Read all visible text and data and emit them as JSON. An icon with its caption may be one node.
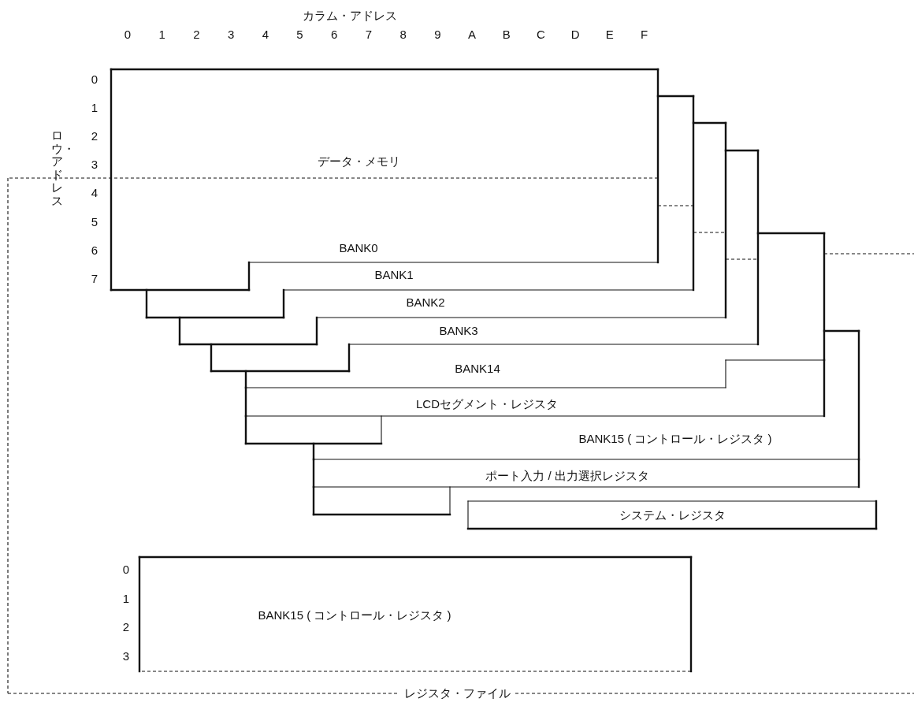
{
  "diagram": {
    "nodes": [
      {
        "text": [
          "レジスタ・ファイル"
        ]
      },
      {
        "text": [
          "BANK0"
        ]
      },
      {
        "text": [
          "BANK1"
        ]
      },
      {
        "text": [
          "BANK2"
        ]
      },
      {
        "text": [
          "BANK3"
        ]
      },
      {
        "text": [
          "BANK14"
        ]
      },
      {
        "text": [
          "LCDセグメント・レジスタ"
        ]
      },
      {
        "text": [
          "BANK15 ( コントロール・レジスタ )"
        ]
      },
      {
        "text": [
          "ポート入力 / 出力選択レジスタ"
        ]
      },
      {
        "text": [
          "システム・レジスタ"
        ]
      },
      {
        "text": [
          "BANK15 ( コントロール・レジスタ )"
        ]
      }
    ],
    "labels": [
      "カラム・アドレス",
      "0",
      "1",
      "2",
      "3",
      "4",
      "5",
      "6",
      "7",
      "8",
      "9",
      "A",
      "B",
      "C",
      "D",
      "E",
      "F",
      "0",
      "1",
      "2",
      "3",
      "4",
      "5",
      "6",
      "7",
      "ロウ・アドレス",
      "データ・メモリ",
      "0",
      "1",
      "2",
      "3"
    ]
  }
}
